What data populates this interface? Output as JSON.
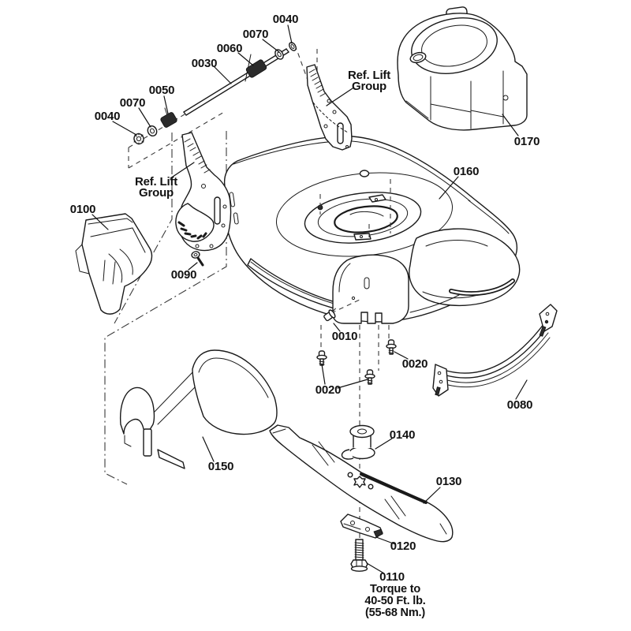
{
  "diagram": {
    "background_color": "#ffffff",
    "line_color": "#1a1a1a"
  },
  "callouts": {
    "c0030": "0030",
    "c0060": "0060",
    "c0070_top": "0070",
    "c0040_top": "0040",
    "c0050": "0050",
    "c0070_left": "0070",
    "c0040_left": "0040",
    "c0100": "0100",
    "c0090": "0090",
    "c0170": "0170",
    "c0160": "0160",
    "c0010": "0010",
    "c0020_left": "0020",
    "c0020_right": "0020",
    "c0080": "0080",
    "c0140": "0140",
    "c0130": "0130",
    "c0150": "0150",
    "c0120": "0120",
    "c0110": "0110"
  },
  "notes": {
    "ref_lift_group_top": "Ref. Lift\nGroup",
    "ref_lift_group_left": "Ref. Lift\nGroup",
    "torque": "Torque to\n40-50 Ft. lb.\n(55-68 Nm.)"
  }
}
